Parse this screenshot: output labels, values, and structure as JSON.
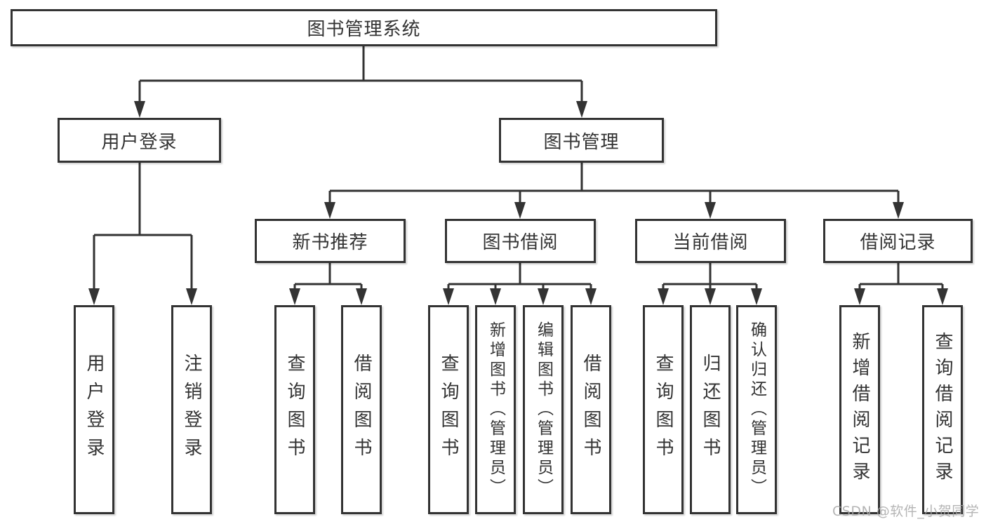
{
  "tree": {
    "root": "图书管理系统",
    "children": [
      {
        "label": "用户登录",
        "children": [
          {
            "label": "用户登录"
          },
          {
            "label": "注销登录"
          }
        ]
      },
      {
        "label": "图书管理",
        "children": [
          {
            "label": "新书推荐",
            "children": [
              {
                "label": "查询图书"
              },
              {
                "label": "借阅图书"
              }
            ]
          },
          {
            "label": "图书借阅",
            "children": [
              {
                "label": "查询图书"
              },
              {
                "label": "新增图书（管理员）"
              },
              {
                "label": "编辑图书（管理员）"
              },
              {
                "label": "借阅图书"
              }
            ]
          },
          {
            "label": "当前借阅",
            "children": [
              {
                "label": "查询图书"
              },
              {
                "label": "归还图书"
              },
              {
                "label": "确认归还（管理员）"
              }
            ]
          },
          {
            "label": "借阅记录",
            "children": [
              {
                "label": "新增借阅记录"
              },
              {
                "label": "查询借阅记录"
              }
            ]
          }
        ]
      }
    ]
  },
  "watermark": {
    "text": "CSDN @软件_小贺同学"
  },
  "colors": {
    "line": "#333333",
    "box_background": "#ffffff",
    "text": "#333333",
    "watermark": "#a8a8a8"
  }
}
